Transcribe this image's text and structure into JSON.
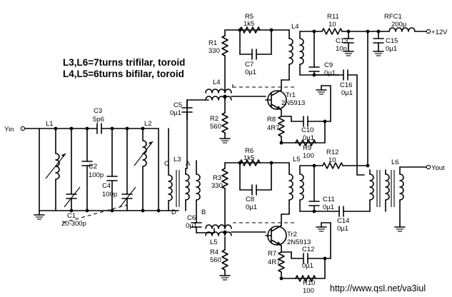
{
  "notes": {
    "trifilar": "L3,L6=7turns trifilar, toroid",
    "bifilar": "L4,L5=6turns bifilar, toroid"
  },
  "ports": {
    "input": "Yin",
    "output": "Yout",
    "supply": "+12V"
  },
  "url": "http://www.qsl.net/va3iul",
  "components": {
    "L1": "L1",
    "L2": "L2",
    "L3": "L3",
    "L4a": "L4",
    "L4b": "L4",
    "L5a": "L5",
    "L5b": "L5",
    "L6": "L6",
    "C1": "C1",
    "C1v": "20-300p",
    "C2": "C2",
    "C2v": "100p",
    "C3": "C3",
    "C3v": "5p6",
    "C4": "C4",
    "C4v": "100p",
    "C5": "C5",
    "C5v": "0µ1",
    "C6": "C6",
    "C6v": "0µ1",
    "C7": "C7",
    "C7v": "0µ1",
    "C8": "C8",
    "C8v": "0µ1",
    "C9": "C9",
    "C9v": "0µ1",
    "C10": "C10",
    "C10v": "0µ1",
    "C11": "C11",
    "C11v": "0µ1",
    "C12": "C12",
    "C12v": "0µ1",
    "C13": "C13",
    "C13v": "10n",
    "C14": "C14",
    "C14v": "0µ1",
    "C15": "C15",
    "C15v": "0µ1",
    "C16": "C16",
    "C16v": "0µ1",
    "R1": "R1",
    "R1v": "330",
    "R2": "R2",
    "R2v": "560",
    "R3": "R3",
    "R3v": "330",
    "R4": "R4",
    "R4v": "560",
    "R5": "R5",
    "R5v": "1k5",
    "R6": "R6",
    "R6v": "1k5",
    "R7": "R7",
    "R7v": "4R7",
    "R8": "R8",
    "R8v": "4R7",
    "R9": "R9",
    "R9v": "100",
    "R10": "R10",
    "R10v": "100",
    "R11": "R11",
    "R11v": "10",
    "R12": "R12",
    "R12v": "10",
    "RFC1": "RFC1",
    "RFC1v": "200µ",
    "Tr1": "Tr1",
    "Tr1v": "2N5913",
    "Tr2": "Tr2",
    "Tr2v": "2N5913",
    "nA": "A",
    "nB": "B",
    "nC": "C",
    "nD": "D"
  }
}
